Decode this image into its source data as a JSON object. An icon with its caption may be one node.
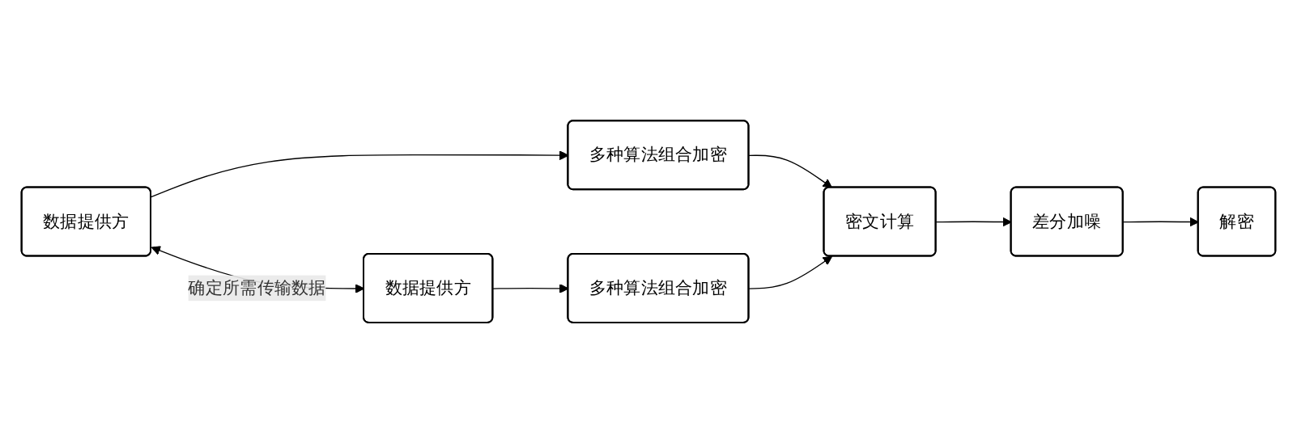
{
  "diagram": {
    "nodes": [
      {
        "text": [
          "数据提供方"
        ]
      },
      {
        "text": [
          "多种算法组合加密"
        ]
      },
      {
        "text": [
          "数据提供方"
        ]
      },
      {
        "text": [
          "多种算法组合加密"
        ]
      },
      {
        "text": [
          "密文计算"
        ]
      },
      {
        "text": [
          "差分加噪"
        ]
      },
      {
        "text": [
          "解密"
        ]
      }
    ],
    "edges": [
      {
        "from": 0,
        "to": 1,
        "arrow": "to"
      },
      {
        "from": 0,
        "to": 2,
        "arrow": "both",
        "label": "确定所需传输数据"
      },
      {
        "from": 2,
        "to": 3,
        "arrow": "to"
      },
      {
        "from": 1,
        "to": 4,
        "arrow": "to"
      },
      {
        "from": 3,
        "to": 4,
        "arrow": "to"
      },
      {
        "from": 4,
        "to": 5,
        "arrow": "to"
      },
      {
        "from": 5,
        "to": 6,
        "arrow": "to"
      }
    ]
  }
}
